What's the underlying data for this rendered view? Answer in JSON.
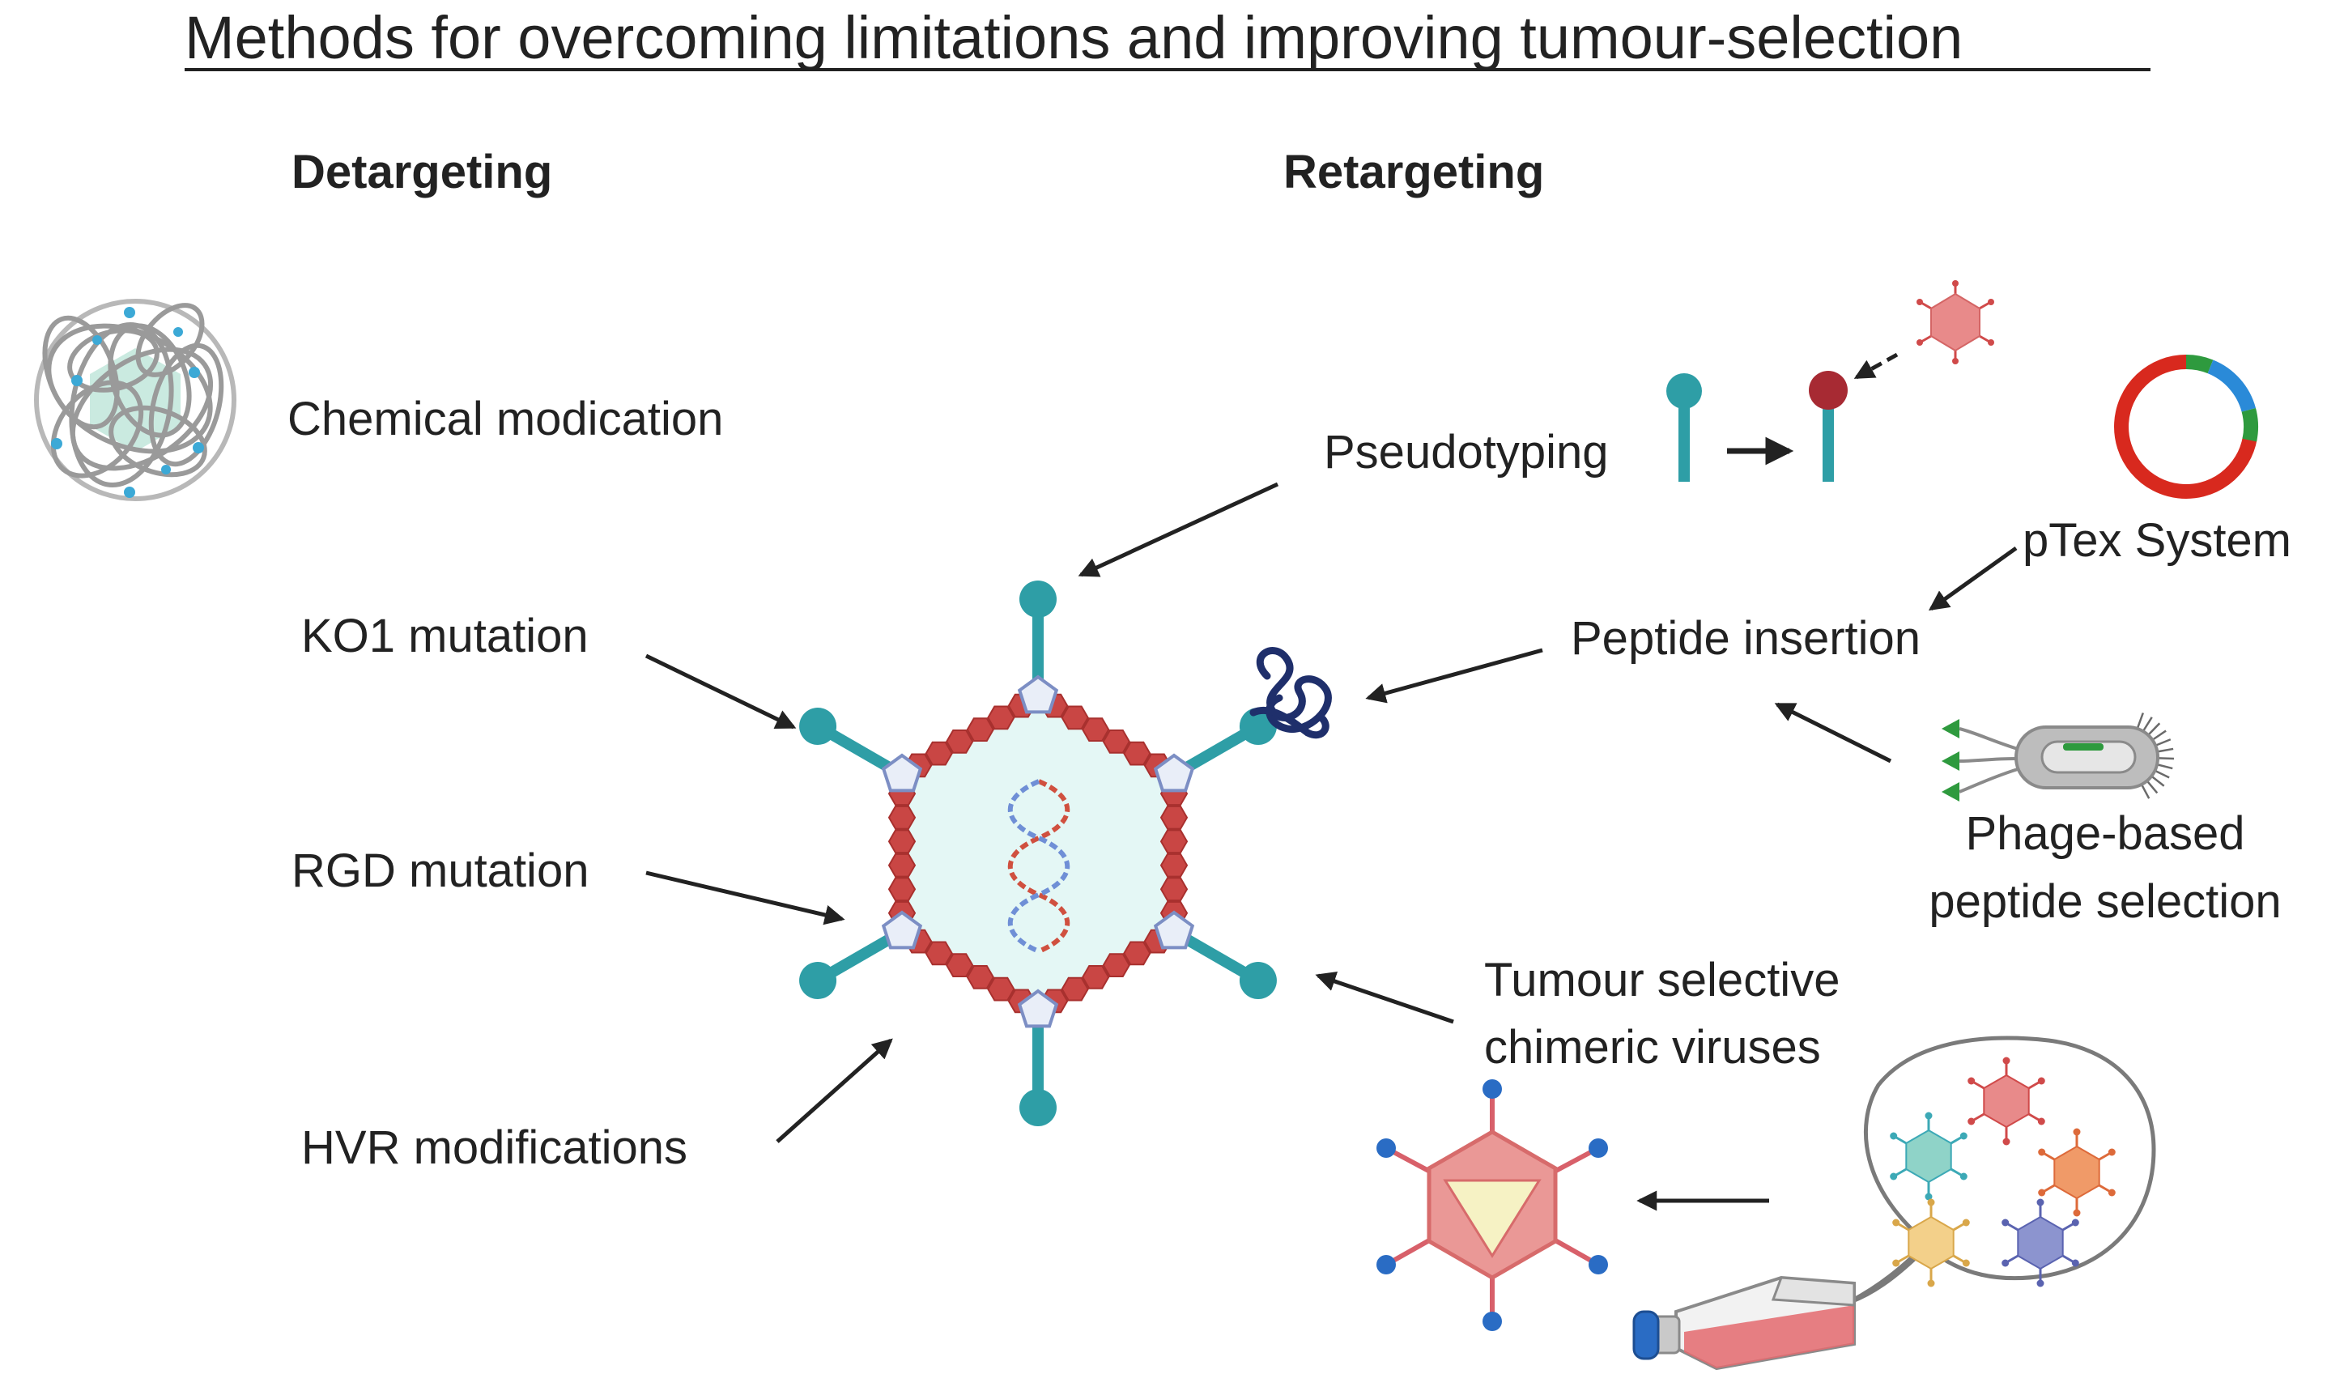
{
  "title": "Methods for overcoming limitations and improving tumour-selection",
  "sections": {
    "detargeting": "Detargeting",
    "retargeting": "Retargeting"
  },
  "detargeting_methods": {
    "chemical": "Chemical modication",
    "ko1": "KO1 mutation",
    "rgd": "RGD mutation",
    "hvr": "HVR modifications"
  },
  "retargeting_methods": {
    "pseudotyping": "Pseudotyping",
    "ptex": "pTex System",
    "peptide_insertion": "Peptide insertion",
    "phage_line1": "Phage-based",
    "phage_line2": "peptide selection",
    "tumour_line1": "Tumour selective",
    "tumour_line2": "chimeric viruses"
  },
  "colors": {
    "teal": "#2e9ea6",
    "capsid_fill": "#e4f7f5",
    "hexon_red": "#c94644",
    "penton_fill": "#e9eef8",
    "penton_stroke": "#7c8ec4",
    "dna_red": "#d0503f",
    "dna_blue": "#6f8fd6",
    "arrow": "#222222",
    "plasmid_red": "#d8291e",
    "plasmid_blue": "#2a8ad8",
    "plasmid_green": "#2e9a3e",
    "peptide_navy": "#1f2f6b",
    "pink_virus": "#e88a8a",
    "flask_cap": "#2a6cc4",
    "flask_liquid": "#e46a6e"
  },
  "icons": {
    "polymer_coat": "polymer-coated-virus-icon",
    "adenovirus": "adenovirus-capsid-icon",
    "fiber_swap": "fiber-knob-swap-icon",
    "plasmid": "plasmid-ring-icon",
    "phage": "bacteriophage-bacterium-icon",
    "peptide": "peptide-chain-icon",
    "chimeric_virus": "chimeric-virus-icon",
    "culture_flask": "culture-flask-icon"
  }
}
